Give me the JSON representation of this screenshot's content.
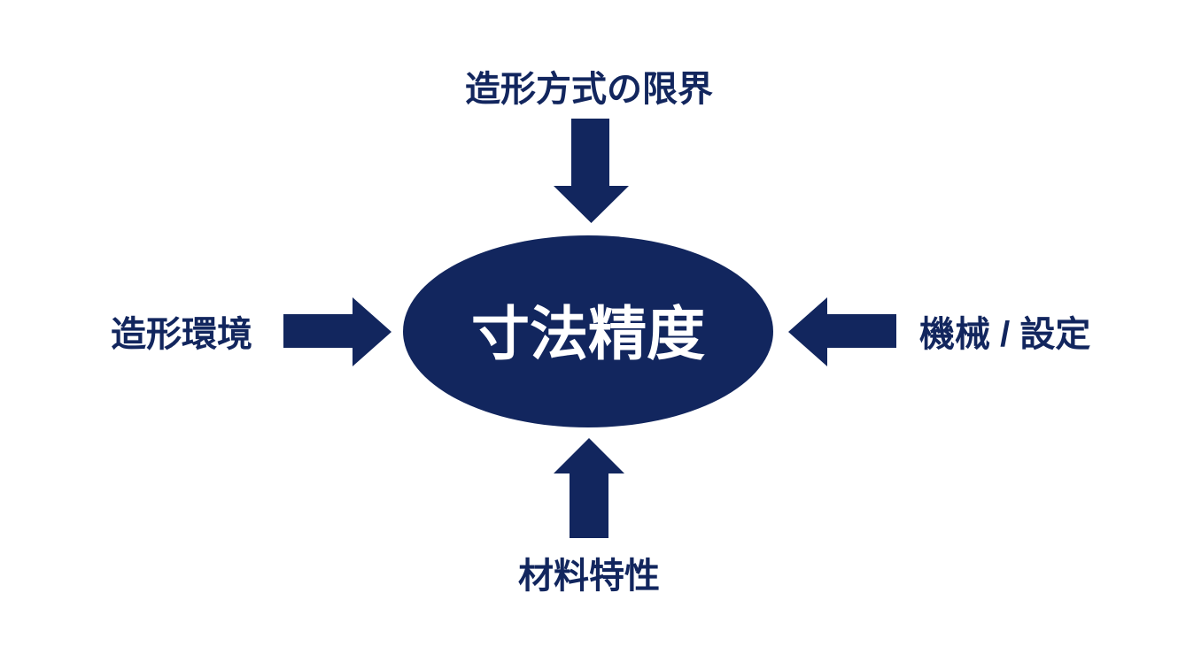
{
  "diagram": {
    "title_center": "寸法精度",
    "factor_top": "造形方式の限界",
    "factor_left": "造形環境",
    "factor_right": "機械 / 設定",
    "factor_bottom": "材料特性",
    "colors": {
      "navy": "#12265E",
      "center_text": "#FFFFFF",
      "background": "#FFFFFF"
    }
  }
}
